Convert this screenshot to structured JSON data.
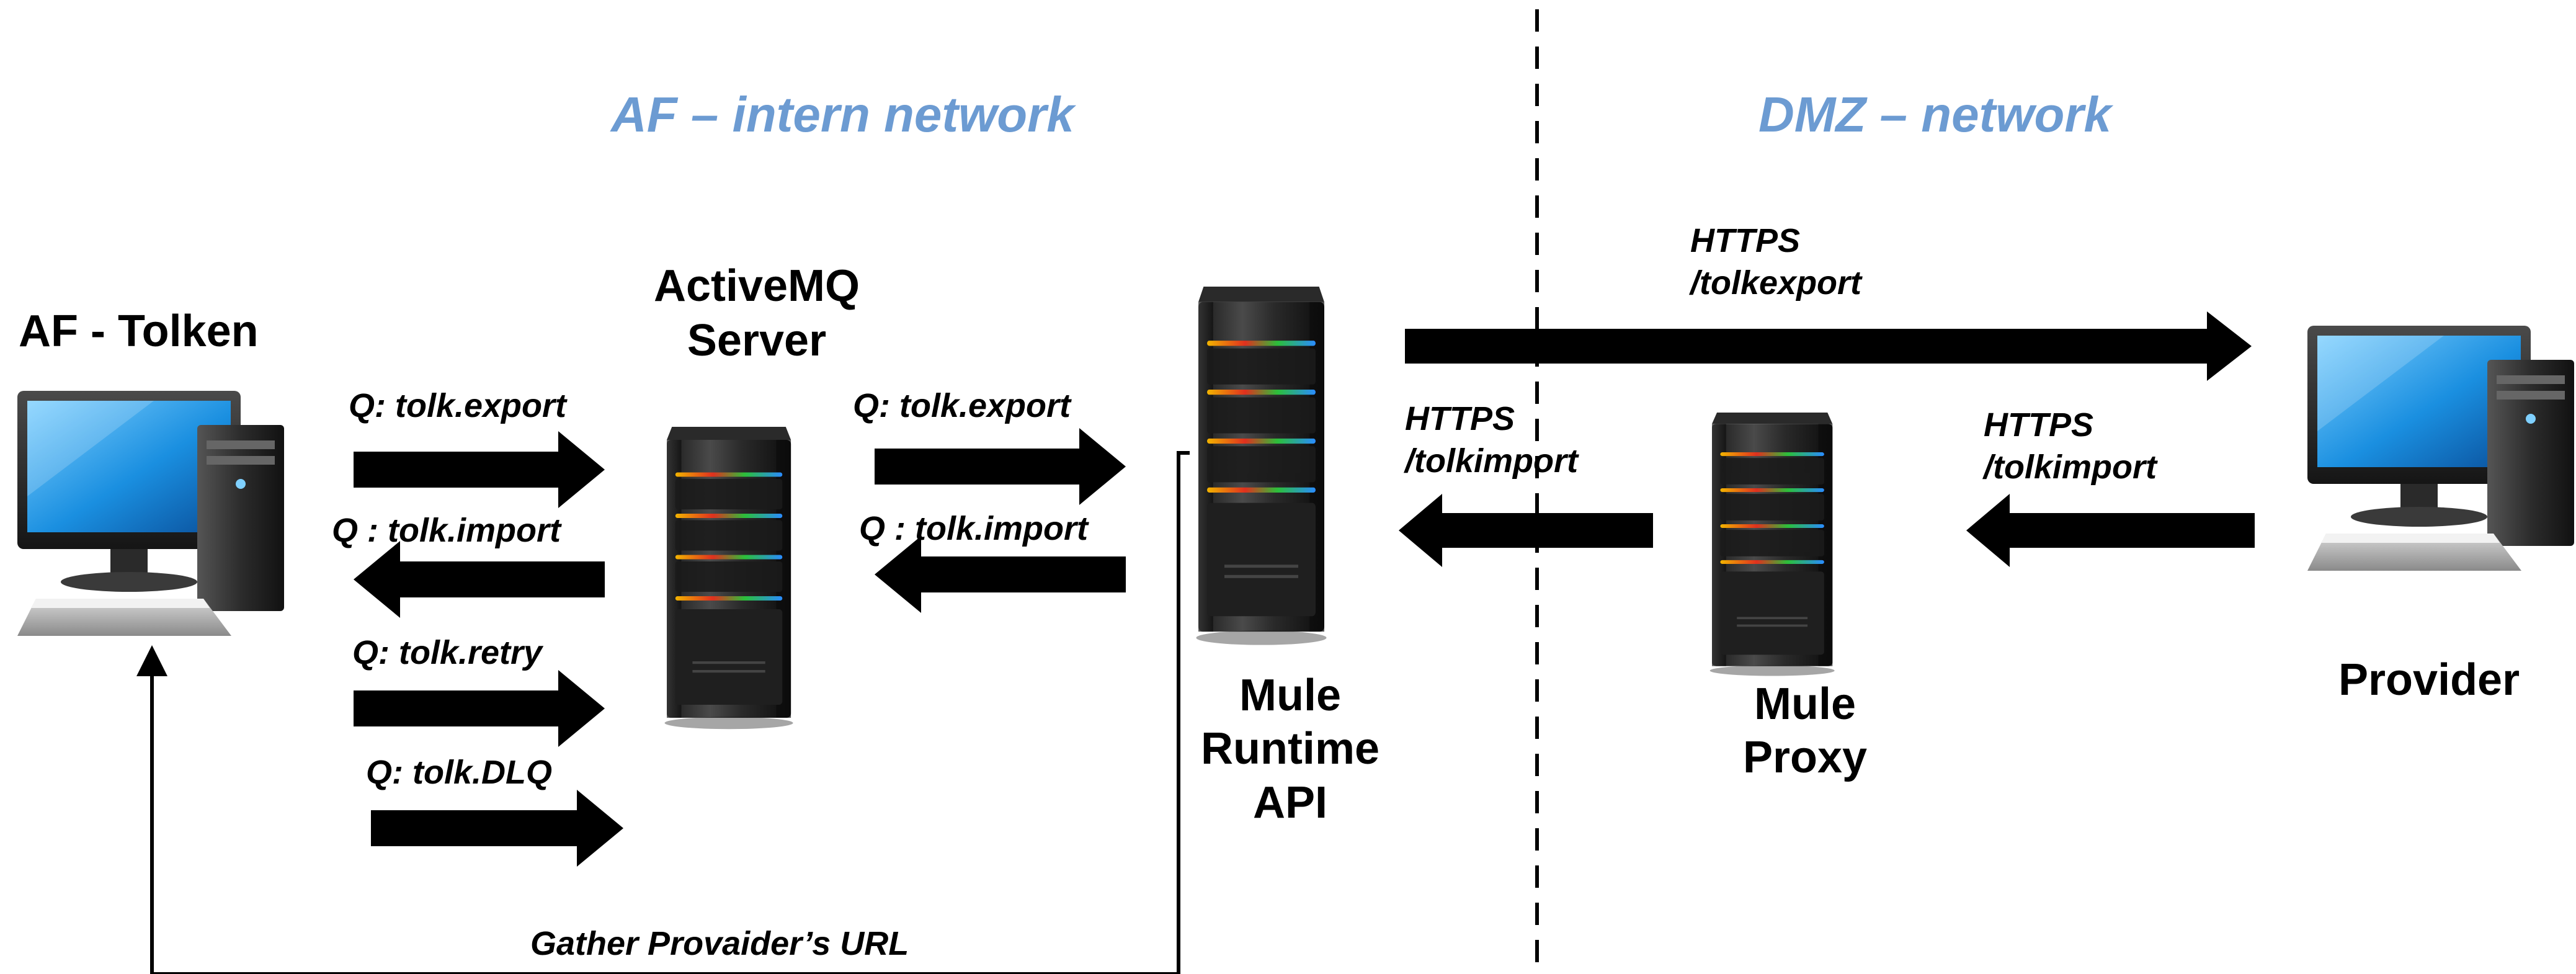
{
  "zones": {
    "internal": "AF – intern network",
    "dmz": "DMZ – network"
  },
  "nodes": {
    "af_tolken": "AF - Tolken",
    "activemq_line1": "ActiveMQ",
    "activemq_line2": "Server",
    "mule_runtime_line1": "Mule",
    "mule_runtime_line2": "Runtime",
    "mule_runtime_line3": "API",
    "mule_proxy_line1": "Mule",
    "mule_proxy_line2": "Proxy",
    "provider": "Provider"
  },
  "queues_left": {
    "export": "Q: tolk.export",
    "import": "Q : tolk.import",
    "retry": "Q: tolk.retry",
    "dlq": "Q: tolk.DLQ"
  },
  "queues_right": {
    "export": "Q: tolk.export",
    "import": "Q : tolk.import"
  },
  "flows": {
    "export_https": "HTTPS",
    "export_path": "/tolkexport",
    "runtime_import_https": "HTTPS",
    "runtime_import_path": "/tolkimport",
    "provider_import_https": "HTTPS",
    "provider_import_path": "/tolkimport",
    "gather": "Gather Provaider’s URL"
  },
  "icons": {
    "client_left": "desktop-computer-icon",
    "activemq": "server-tower-icon",
    "mule_runtime": "server-tower-icon",
    "mule_proxy": "server-tower-icon",
    "client_right": "desktop-computer-icon"
  },
  "colors": {
    "zone_label": "#6c9bd2",
    "arrow": "#000000"
  }
}
